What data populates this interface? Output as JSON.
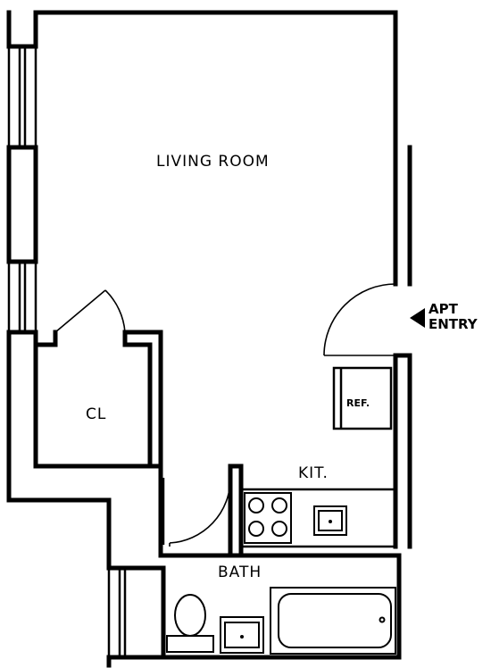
{
  "rooms": {
    "living_room": "LIVING ROOM",
    "closet": "CL",
    "kitchen": "KIT.",
    "bath": "BATH",
    "refrigerator": "REF."
  },
  "entry": {
    "line1": "APT",
    "line2": "ENTRY"
  }
}
